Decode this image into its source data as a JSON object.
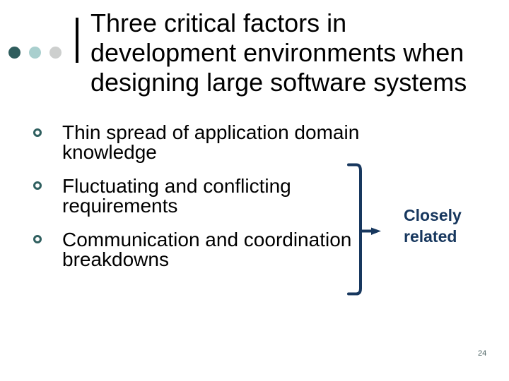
{
  "slide": {
    "title": "Three critical factors in\ndevelopment environments when\ndesigning large software systems",
    "bullets": [
      {
        "text": "Thin spread of application domain\nknowledge"
      },
      {
        "text": "Fluctuating and conflicting\nrequirements"
      },
      {
        "text": "Communication and coordination\nbreakdowns"
      }
    ],
    "bracket_label": "Closely\nrelated",
    "page_number": "24",
    "decoration_dots": [
      {
        "name": "dark-teal-dot",
        "color": "#2F5D5D"
      },
      {
        "name": "light-teal-dot",
        "color": "#A9CFCE"
      },
      {
        "name": "gray-dot",
        "color": "#CDCFCE"
      }
    ],
    "colors": {
      "title_text": "#000000",
      "body_text": "#000000",
      "bullet_ring": "#2F5F5F",
      "bracket_navy": "#17375E",
      "page_number": "#4C6363",
      "background": "#FFFFFF"
    }
  }
}
